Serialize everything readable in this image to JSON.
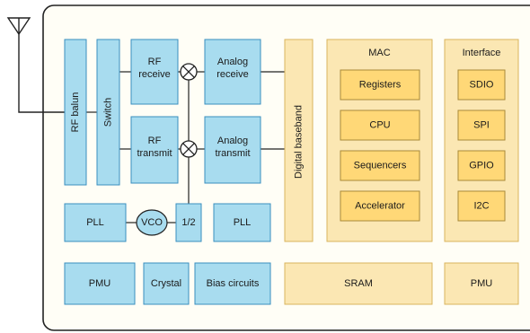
{
  "colors": {
    "blue_fill": "#a8dcef",
    "blue_stroke": "#3a8fbf",
    "yellow_fill": "#fbe7b3",
    "yellow_stroke": "#d9b45e",
    "inner_yellow_fill": "#ffd877",
    "panel_fill": "#fffef6",
    "line": "#222222"
  },
  "antenna": {
    "icon": "antenna-icon"
  },
  "rf": {
    "balun": "RF balun",
    "switch": "Switch",
    "receive": "RF receive",
    "transmit": "RF transmit",
    "mixer_icon": "mixer-icon"
  },
  "analog": {
    "receive": "Analog receive",
    "transmit": "Analog transmit"
  },
  "clock": {
    "pll_left": "PLL",
    "vco": "VCO",
    "divider": "1/2",
    "pll_right": "PLL"
  },
  "digital_baseband": "Digital baseband",
  "mac": {
    "title": "MAC",
    "items": [
      "Registers",
      "CPU",
      "Sequencers",
      "Accelerator"
    ]
  },
  "interface": {
    "title": "Interface",
    "items": [
      "SDIO",
      "SPI",
      "GPIO",
      "I2C"
    ]
  },
  "bottom": {
    "pmu_left": "PMU",
    "crystal": "Crystal",
    "bias": "Bias circuits",
    "sram": "SRAM",
    "pmu_right": "PMU"
  }
}
